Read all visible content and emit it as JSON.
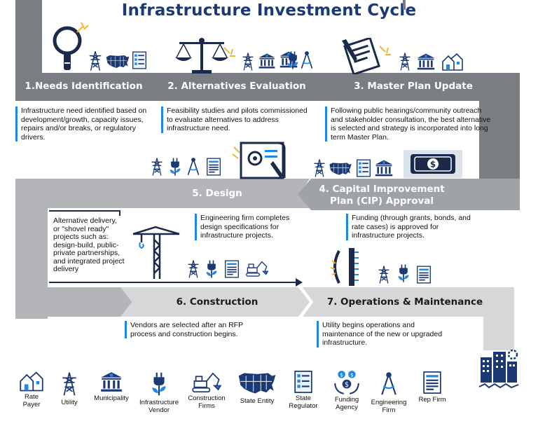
{
  "title": "Infrastructure Investment Cycle",
  "steps": [
    {
      "label": "1.Needs Identification",
      "desc": "Infrastructure need identified based on development/growth, capacity issues, repairs and/or breaks, or regulatory drivers."
    },
    {
      "label": "2. Alternatives Evaluation",
      "desc": "Feasibility studies and pilots commissioned to evaluate alternatives to address infrastructure need."
    },
    {
      "label": "3. Master Plan Update",
      "desc": "Following public hearings/community outreach and stakeholder consultation, the best alternative is selected and strategy is incorporated into long term Master Plan."
    },
    {
      "label_line1": "4. Capital Improvement",
      "label_line2": "Plan (CIP) Approval",
      "desc": "Funding (through grants, bonds, and rate cases) is approved for infrastructure projects."
    },
    {
      "label": "5. Design",
      "desc": "Engineering firm completes design specifications for infrastructure projects."
    },
    {
      "label": "6. Construction",
      "desc": "Vendors are selected after an RFP process and construction begins."
    },
    {
      "label": "7. Operations & Maintenance",
      "desc": "Utility begins operations and maintenance of the new or upgraded infrastructure."
    }
  ],
  "alt_delivery": "Alternative delivery, or \"shovel ready\" projects such as: design-build, public-private partnerships, and integrated project delivery",
  "legend": [
    {
      "line1": "Rate",
      "line2": "Payer",
      "icon": "house-icon"
    },
    {
      "line1": "Utility",
      "line2": "",
      "icon": "power-tower-icon"
    },
    {
      "line1": "Municipality",
      "line2": "",
      "icon": "municipal-building-icon"
    },
    {
      "line1": "Infrastructure",
      "line2": "Vendor",
      "icon": "plug-icon"
    },
    {
      "line1": "Construction",
      "line2": "Firms",
      "icon": "excavator-icon"
    },
    {
      "line1": "State Entity",
      "line2": "",
      "icon": "us-map-icon"
    },
    {
      "line1": "State",
      "line2": "Regulator",
      "icon": "checklist-icon"
    },
    {
      "line1": "Funding",
      "line2": "Agency",
      "icon": "money-hands-icon"
    },
    {
      "line1": "Engineering",
      "line2": "Firm",
      "icon": "compass-icon"
    },
    {
      "line1": "Rep Firm",
      "line2": "",
      "icon": "document-icon"
    }
  ],
  "colors": {
    "navy": "#1b3a75",
    "blue": "#1e88e5",
    "dark_band": "#7a7e82",
    "mid_band": "#b3b5b8",
    "light_band": "#d6d7d9"
  }
}
